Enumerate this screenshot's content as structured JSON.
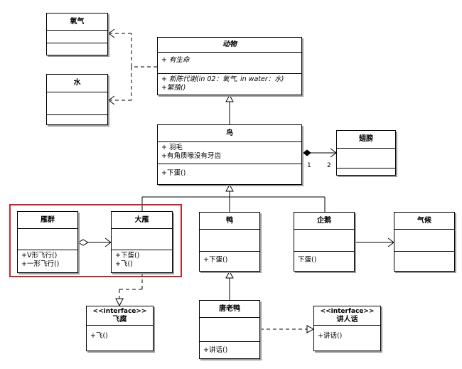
{
  "classes": {
    "oxygen": {
      "title": "氧气"
    },
    "water": {
      "title": "水"
    },
    "animal": {
      "title": "动物",
      "attributes": [
        "+ 有生命"
      ],
      "operations": [
        "+ 新陈代谢(in 02：氧气, in water：水)",
        "+繁殖()"
      ]
    },
    "bird": {
      "title": "鸟",
      "attributes": [
        "+ 羽毛",
        "+有角质喙没有牙齿"
      ],
      "operations": [
        "+下蛋()"
      ]
    },
    "wing": {
      "title": "翅膀"
    },
    "goose_flock": {
      "title": "雁群",
      "operations": [
        "+V形飞行()",
        "+一形飞行()"
      ]
    },
    "goose": {
      "title": "大雁",
      "operations": [
        "+下蛋()",
        "+飞()"
      ]
    },
    "duck": {
      "title": "鸭",
      "operations": [
        "+下蛋()"
      ]
    },
    "penguin": {
      "title": "企鹅",
      "operations": [
        "下蛋()"
      ]
    },
    "climate": {
      "title": "气候"
    },
    "fly_interface": {
      "stereotype": "<<interface>>",
      "title": "飞腐",
      "operations": [
        "+飞()"
      ]
    },
    "donald_duck": {
      "title": "唐老鸭",
      "operations": [
        "+讲话()"
      ]
    },
    "speak_interface": {
      "stereotype": "<<interface>>",
      "title": "讲人话",
      "operations": [
        "+讲话()"
      ]
    }
  },
  "multiplicity": {
    "bird_end": "1",
    "wing_end": "2"
  }
}
